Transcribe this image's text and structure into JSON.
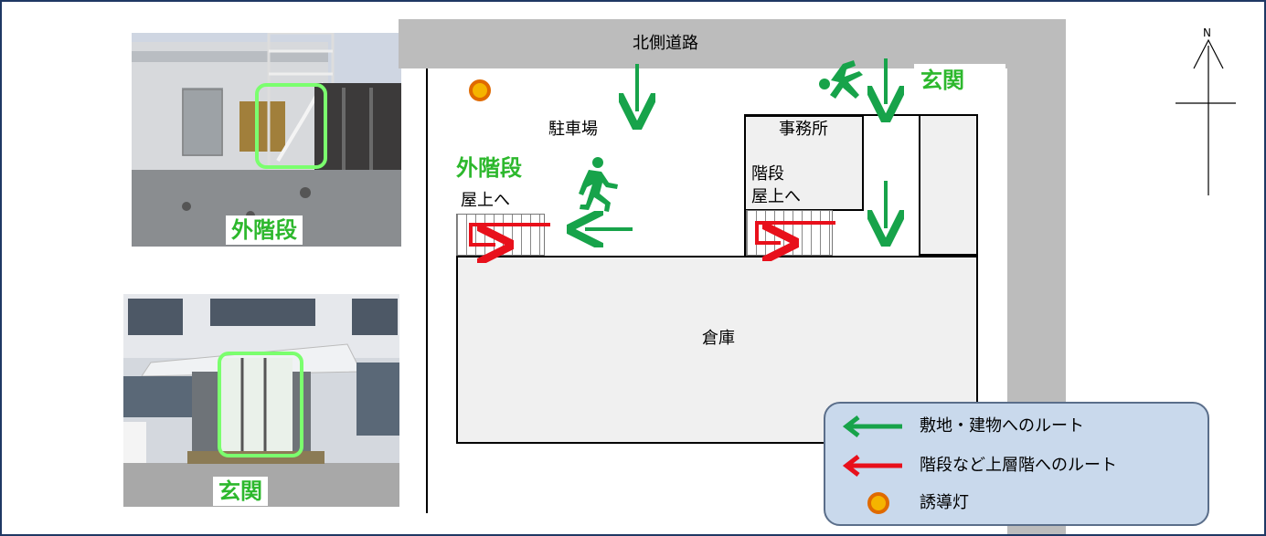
{
  "labels": {
    "north_road": "北側道路",
    "parking": "駐車場",
    "office": "事務所",
    "stairs_inner_1": "階段",
    "stairs_inner_2": "屋上へ",
    "outer_stairs": "外階段",
    "outer_stairs_roof": "屋上へ",
    "entrance": "玄関",
    "warehouse": "倉庫",
    "compass_n": "N"
  },
  "photos": {
    "top_caption": "外階段",
    "bottom_caption": "玄関"
  },
  "legend": {
    "items": [
      {
        "text": "敷地・建物へのルート",
        "color": "#17a34a"
      },
      {
        "text": "階段など上層階へのルート",
        "color": "#e8101b"
      },
      {
        "text": "誘導灯",
        "color": "#f5a800"
      }
    ]
  },
  "colors": {
    "route_green": "#17a34a",
    "route_red": "#e8101b",
    "road_gray": "#bcbcbc",
    "frame_border": "#1f3864",
    "legend_bg": "#c9d9ec",
    "highlight_green": "#5ee35e"
  },
  "icons": [
    "running-exit-icon",
    "guide-light-icon",
    "compass-icon"
  ]
}
